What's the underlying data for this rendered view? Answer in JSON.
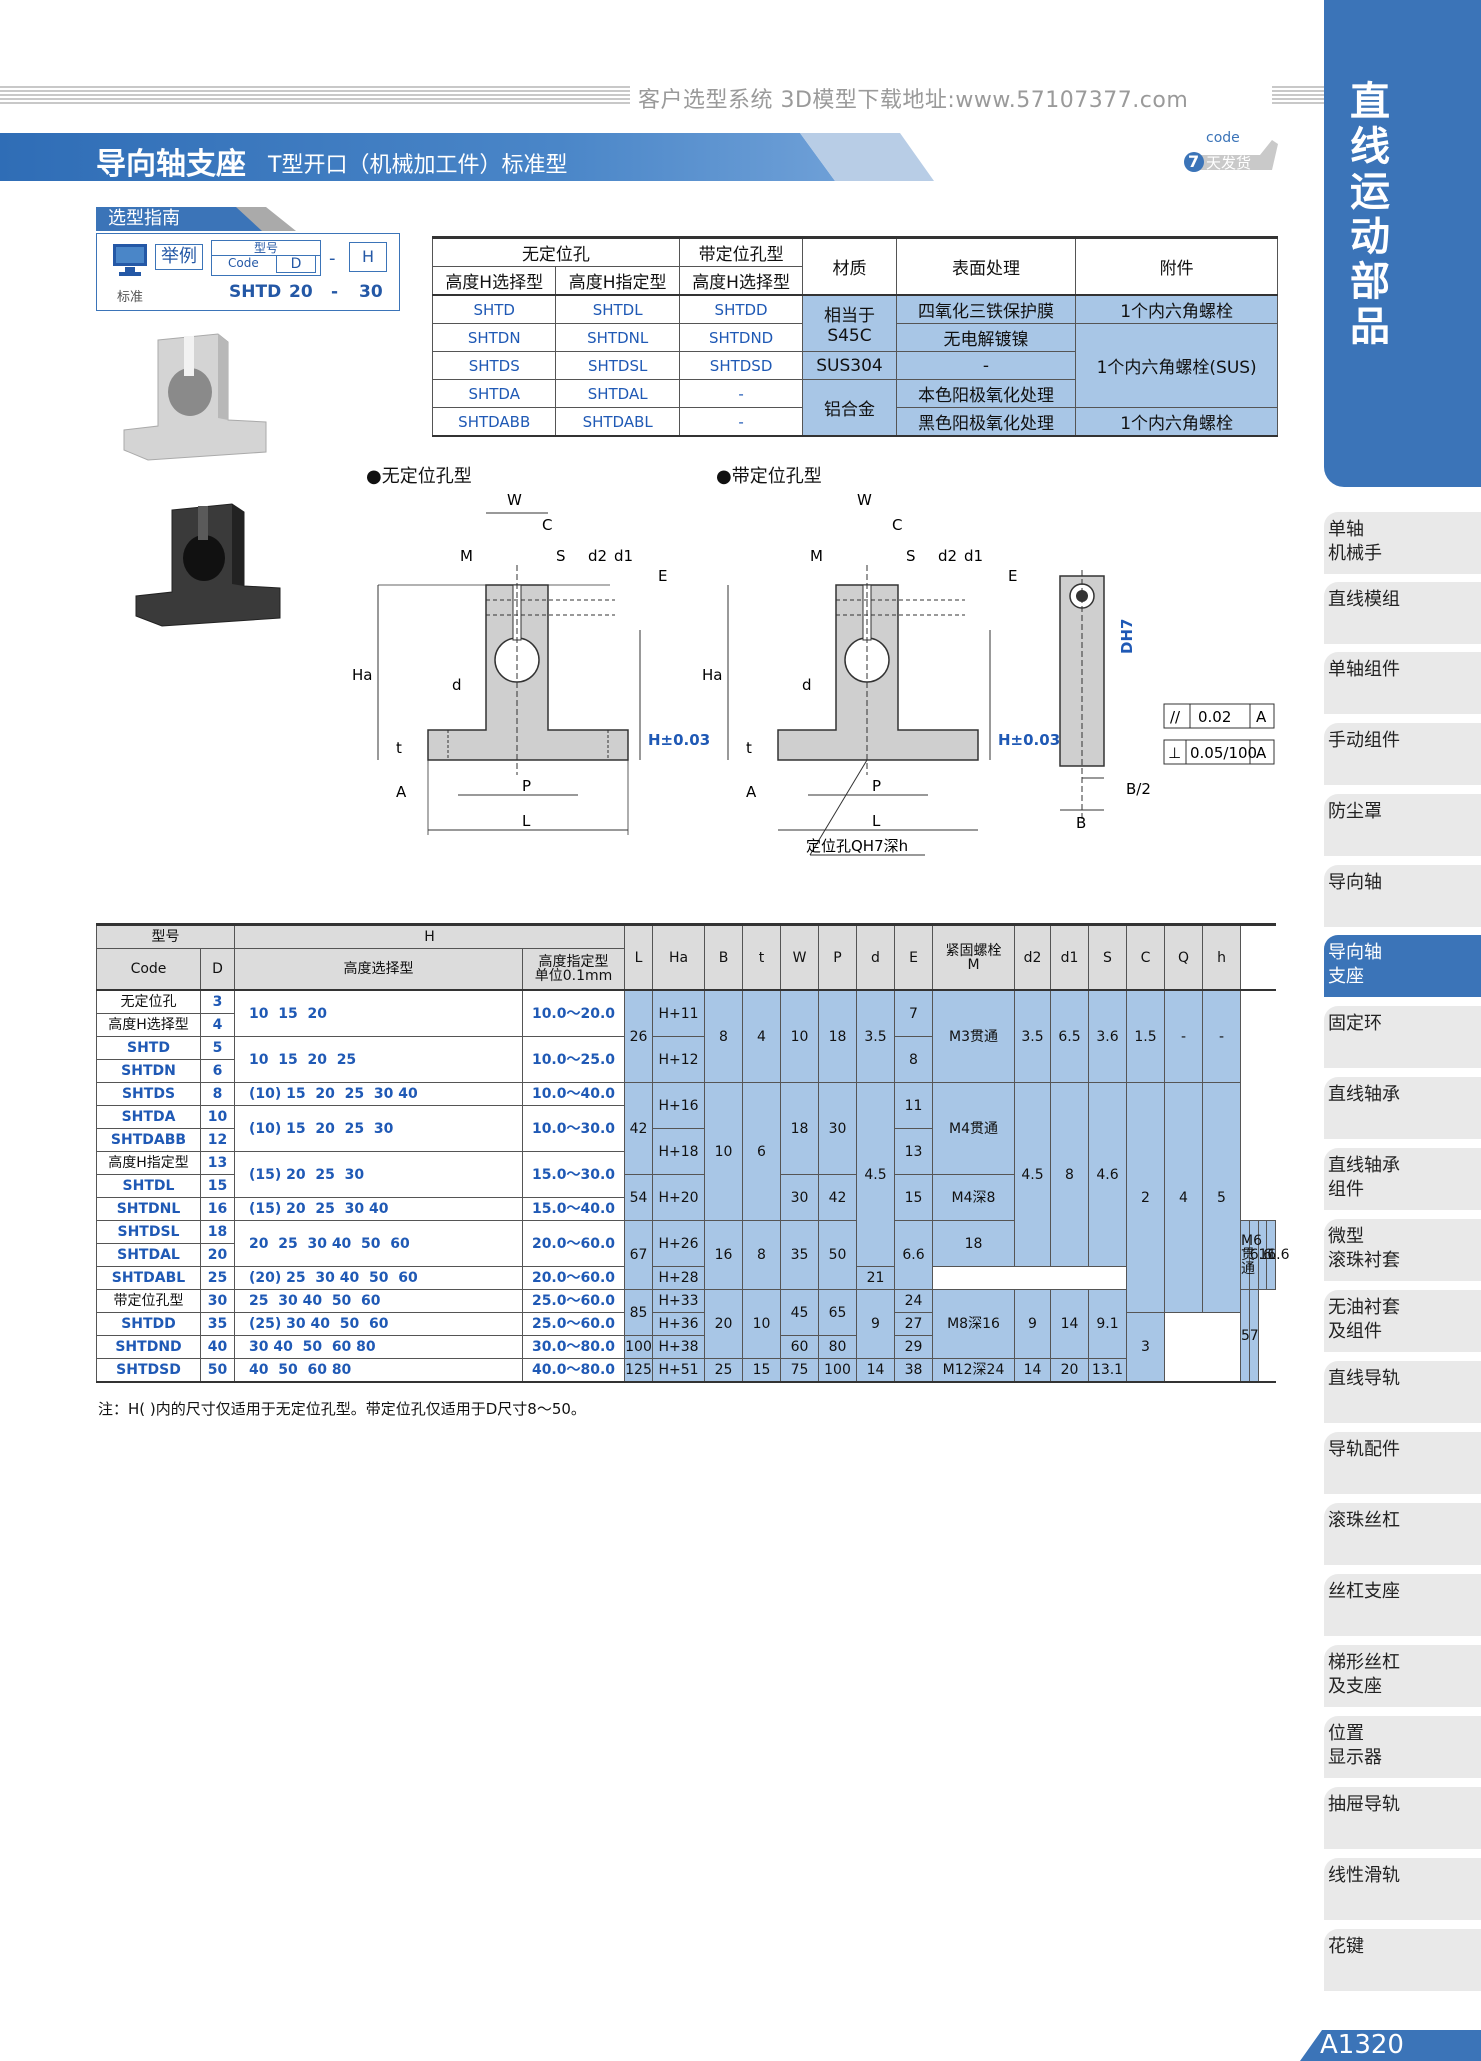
{
  "header": {
    "text": "客户选型系统 3D模型下载地址:www.57107377.com"
  },
  "title": {
    "main": "导向轴支座",
    "sub": "T型开口（机械加工件）标准型"
  },
  "badge": {
    "code": "code",
    "num": "7",
    "days": "天发货"
  },
  "sidebar": {
    "title": "直线运动部品",
    "items": [
      {
        "label": "单轴\n机械手"
      },
      {
        "label": "直线模组"
      },
      {
        "label": "单轴组件"
      },
      {
        "label": "手动组件"
      },
      {
        "label": "防尘罩"
      },
      {
        "label": "导向轴"
      },
      {
        "label": "导向轴\n支座",
        "active": true
      },
      {
        "label": "固定环"
      },
      {
        "label": "直线轴承"
      },
      {
        "label": "直线轴承\n组件"
      },
      {
        "label": "微型\n滚珠衬套"
      },
      {
        "label": "无油衬套\n及组件"
      },
      {
        "label": "直线导轨"
      },
      {
        "label": "导轨配件"
      },
      {
        "label": "滚珠丝杠"
      },
      {
        "label": "丝杠支座"
      },
      {
        "label": "梯形丝杠\n及支座"
      },
      {
        "label": "位置\n显示器"
      },
      {
        "label": "抽屉导轨"
      },
      {
        "label": "线性滑轨"
      },
      {
        "label": "花键"
      }
    ],
    "page": "A1320"
  },
  "guide": {
    "label": "选型指南",
    "example": "举例",
    "type_label": "型号",
    "code_label": "Code",
    "d_label": "D",
    "dash": "-",
    "h_label": "H",
    "std_label": "标准",
    "std_code": "SHTD",
    "std_d": "20",
    "std_dash": "-",
    "std_h": "30"
  },
  "spec_table": {
    "head": {
      "no_hole": "无定位孔",
      "with_hole": "带定位孔型",
      "material": "材质",
      "surface": "表面处理",
      "accessory": "附件",
      "h_select": "高度H选择型",
      "h_spec": "高度H指定型",
      "h_select2": "高度H选择型"
    },
    "rows": [
      {
        "a": "SHTD",
        "b": "SHTDL",
        "c": "SHTDD"
      },
      {
        "a": "SHTDN",
        "b": "SHTDNL",
        "c": "SHTDND"
      },
      {
        "a": "SHTDS",
        "b": "SHTDSL",
        "c": "SHTDSD"
      },
      {
        "a": "SHTDA",
        "b": "SHTDAL",
        "c": "-"
      },
      {
        "a": "SHTDABB",
        "b": "SHTDABL",
        "c": "-"
      }
    ],
    "material": {
      "s45c_a": "相当于",
      "s45c_b": "S45C",
      "sus": "SUS304",
      "al": "铝合金"
    },
    "surface": [
      "四氧化三铁保护膜",
      "无电解镀镍",
      "-",
      "本色阳极氧化处理",
      "黑色阳极氧化处理"
    ],
    "accessory": {
      "a": "1个内六角螺栓",
      "b": "1个内六角螺栓(SUS)",
      "c": "1个内六角螺栓"
    }
  },
  "drawings": {
    "left_title": "●无定位孔型",
    "right_title": "●带定位孔型",
    "labels": {
      "W": "W",
      "C": "C",
      "S": "S",
      "d2": "d2",
      "d1": "d1",
      "E": "E",
      "M": "M",
      "Ha": "Ha",
      "H": "H±0.03",
      "d": "d",
      "t": "t",
      "A": "A",
      "P": "P",
      "L": "L",
      "DH7": "DH7",
      "B2": "B/2",
      "B": "B",
      "qh": "定位孔QH7深h",
      "tol1_sym": "//",
      "tol1_val": "0.02",
      "tol1_ref": "A",
      "tol2_sym": "⊥",
      "tol2_val": "0.05/100",
      "tol2_ref": "A"
    }
  },
  "dim_table": {
    "head": {
      "type": "型号",
      "code": "Code",
      "D": "D",
      "H": "H",
      "hsel": "高度选择型",
      "hspec_a": "高度指定型",
      "hspec_b": "单位0.1mm",
      "L": "L",
      "Ha": "Ha",
      "B": "B",
      "t": "t",
      "W": "W",
      "P": "P",
      "d": "d",
      "E": "E",
      "M_a": "紧固螺栓",
      "M_b": "M",
      "d2": "d2",
      "d1": "d1",
      "S": "S",
      "C": "C",
      "Q": "Q",
      "h": "h"
    },
    "codes": [
      "无定位孔",
      "高度H选择型",
      "SHTD",
      "SHTDN",
      "SHTDS",
      "SHTDA",
      "SHTDABB",
      "高度H指定型",
      "SHTDL",
      "SHTDNL",
      "SHTDSL",
      "SHTDAL",
      "SHTDABL",
      "带定位孔型",
      "SHTDD",
      "SHTDND",
      "SHTDSD"
    ],
    "D": [
      "3",
      "4",
      "5",
      "6",
      "8",
      "10",
      "12",
      "13",
      "15",
      "16",
      "18",
      "20",
      "25",
      "30",
      "35",
      "40",
      "50"
    ],
    "hsel": [
      "10  15  20",
      "10  15  20  25",
      "(10) 15  20  25  30 40",
      "(10) 15  20  25  30",
      "(15) 20  25  30",
      "(15) 20  25  30 40",
      "20  25  30 40  50  60",
      "(20) 25  30 40  50  60",
      "25  30 40  50  60",
      "(25) 30 40  50  60",
      "30 40  50  60 80",
      "40  50  60 80"
    ],
    "hspec": [
      "10.0～20.0",
      "10.0～25.0",
      "10.0～40.0",
      "10.0～30.0",
      "15.0～30.0",
      "15.0～40.0",
      "20.0～60.0",
      "20.0～60.0",
      "25.0～60.0",
      "25.0～60.0",
      "30.0～80.0",
      "40.0～80.0"
    ],
    "L": [
      "26",
      "42",
      "54",
      "67",
      "85",
      "100",
      "125"
    ],
    "Ha": [
      "H+11",
      "H+12",
      "H+16",
      "H+18",
      "H+20",
      "H+26",
      "H+28",
      "H+33",
      "H+36",
      "H+38",
      "H+51"
    ],
    "B": [
      "8",
      "10",
      "16",
      "20",
      "25"
    ],
    "t": [
      "4",
      "6",
      "8",
      "10",
      "15"
    ],
    "W": [
      "10",
      "18",
      "30",
      "35",
      "45",
      "60",
      "75"
    ],
    "P": [
      "18",
      "30",
      "42",
      "50",
      "65",
      "80",
      "100"
    ],
    "d": [
      "3.5",
      "4.5",
      "6.6",
      "9",
      "14"
    ],
    "E": [
      "7",
      "8",
      "11",
      "13",
      "15",
      "18",
      "21",
      "24",
      "27",
      "29",
      "38"
    ],
    "M": [
      "M3贯通",
      "M4贯通",
      "M4深8",
      "M6贯通",
      "M8深16",
      "M12深24"
    ],
    "d2": [
      "3.5",
      "4.5",
      "6.6",
      "9",
      "14"
    ],
    "d1": [
      "6.5",
      "8",
      "11",
      "14",
      "20"
    ],
    "S": [
      "3.6",
      "4.6",
      "6.6",
      "9.1",
      "13.1"
    ],
    "C": [
      "1.5",
      "2",
      "3"
    ],
    "Q": [
      "-",
      "4",
      "5"
    ],
    "h": [
      "-",
      "5",
      "7"
    ]
  },
  "note": "注：H( )内的尺寸仅适用于无定位孔型。带定位孔仅适用于D尺寸8～50。"
}
